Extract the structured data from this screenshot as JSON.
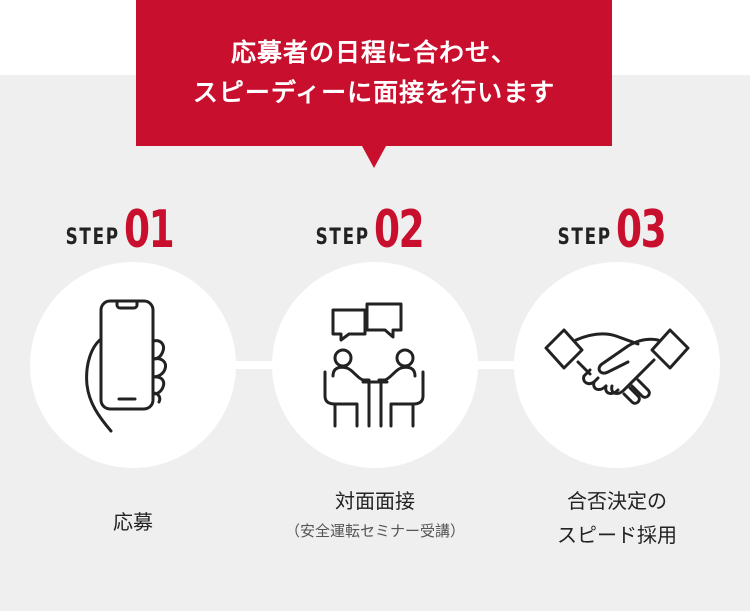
{
  "banner": {
    "line1": "応募者の日程に合わせ、",
    "line2": "スピーディーに面接を行います"
  },
  "steps": [
    {
      "word": "STEP",
      "num": "01",
      "title": "応募",
      "icon": "smartphone-in-hand-icon"
    },
    {
      "word": "STEP",
      "num": "02",
      "title": "対面面接",
      "subtitle": "（安全運転セミナー受講）",
      "icon": "interview-meeting-icon"
    },
    {
      "word": "STEP",
      "num": "03",
      "title_line1": "合否決定の",
      "title_line2": "スピード採用",
      "icon": "handshake-icon"
    }
  ],
  "colors": {
    "accent": "#c8102e",
    "background": "#efefef",
    "text": "#222222"
  }
}
